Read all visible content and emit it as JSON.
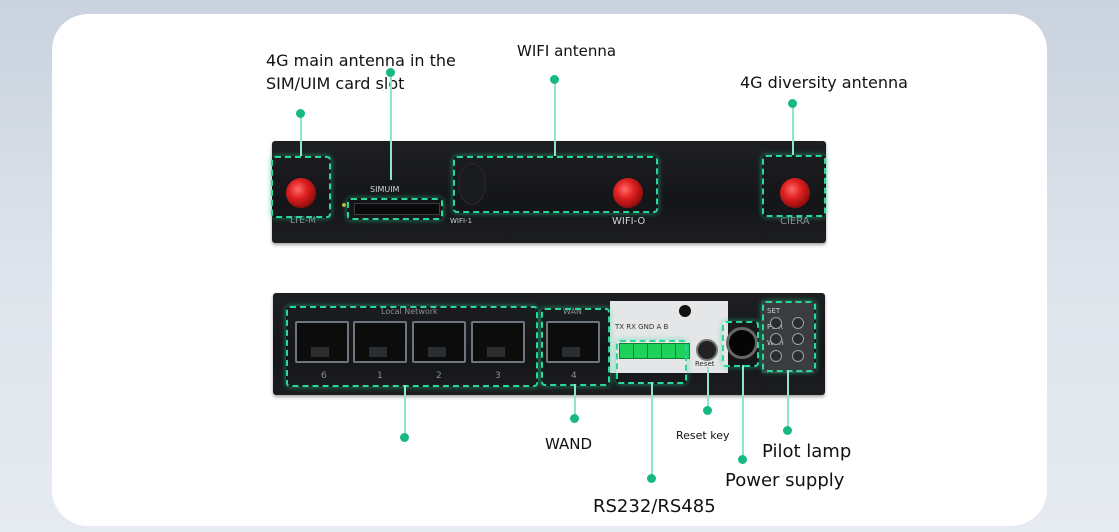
{
  "labels": {
    "main_antenna": "4G main antenna in the SIM/UIM card slot",
    "wifi_antenna": "WIFI antenna",
    "diversity_antenna": "4G diversity antenna",
    "wand": "WAND",
    "reset_key": "Reset key",
    "pilot_lamp": "Pilot lamp",
    "power_supply": "Power supply",
    "rs232_rs485": "RS232/RS485"
  },
  "front_panel": {
    "lte_m": "LTE-M",
    "simuim": "SIMUIM",
    "wifi_1": "WIFI-1",
    "wifi_0": "WIFI-O",
    "ciera": "CIERA"
  },
  "back_panel": {
    "local_network": "Local Network",
    "wan": "WAN",
    "serial_pins": "TX RX GND A B",
    "reset": "Reset",
    "led_set": "SET",
    "led_pwr": "PWR",
    "led_wifi": "Wi-Fi",
    "port_numbers": [
      "6",
      "1",
      "2",
      "3",
      "4"
    ]
  },
  "colors": {
    "highlight": "#29d99a",
    "antenna": "#e02020",
    "terminal": "#1ed15b"
  }
}
